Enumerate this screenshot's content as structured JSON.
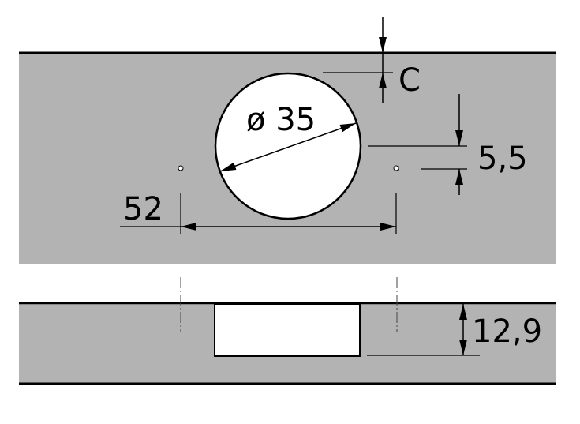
{
  "colors": {
    "panel": "#b3b3b3",
    "line": "#000000",
    "hole": "#ffffff"
  },
  "dimensions": {
    "diameter": "ø 35",
    "edge_distance": "C",
    "hole_offset": "5,5",
    "hole_spacing": "52",
    "depth": "12,9"
  }
}
